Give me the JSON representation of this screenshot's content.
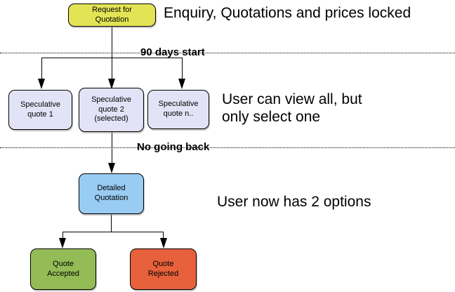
{
  "nodes": {
    "request_for_quotation": {
      "label": "Request for\nQuotation"
    },
    "speculative_quote_1": {
      "label": "Speculative\nquote 1"
    },
    "speculative_quote_2": {
      "label": "Speculative\nquote 2\n(selected)"
    },
    "speculative_quote_n": {
      "label": "Speculative\nquote n.."
    },
    "detailed_quotation": {
      "label": "Detailed\nQuotation"
    },
    "quote_accepted": {
      "label": "Quote\nAccepted"
    },
    "quote_rejected": {
      "label": "Quote\nRejected"
    }
  },
  "separators": {
    "days_90": {
      "label": "90 days start"
    },
    "no_going_back": {
      "label": "No going back"
    }
  },
  "annotations": {
    "enquiry": "Enquiry, Quotations and prices locked",
    "view_all": "User can view all, but\nonly select one",
    "two_options": "User now has 2 options"
  },
  "colors": {
    "request_fill": "#E3E455",
    "speculative_fill": "#E3E3F7",
    "detailed_fill": "#99CCF2",
    "accepted_fill": "#94BC56",
    "rejected_fill": "#E6613C",
    "line": "#000000"
  }
}
